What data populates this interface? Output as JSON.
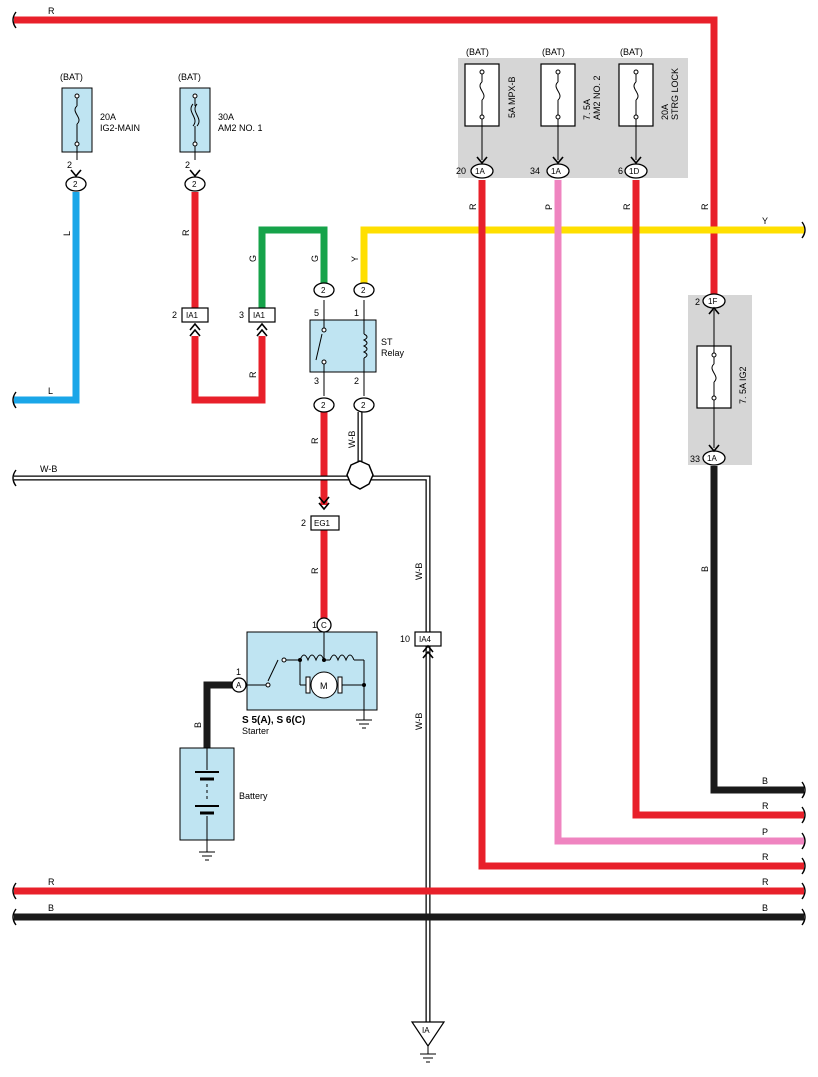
{
  "colors": {
    "R": "#e8202a",
    "L": "#1aa6e8",
    "G": "#16a34a",
    "Y": "#ffdf00",
    "P": "#ef84c0",
    "B": "#1a1a1a",
    "box_fill": "#bfe4f2",
    "shade": "#d6d6d6"
  },
  "top_left_wire": "R",
  "fuses": {
    "ig2_main": {
      "source": "(BAT)",
      "amp": "20A",
      "name": "IG2-MAIN",
      "pin": "2",
      "conn": "2",
      "wire": "L"
    },
    "am2_no1": {
      "source": "(BAT)",
      "amp": "30A",
      "name": "AM2 NO. 1",
      "pin": "2",
      "conn": "2",
      "wire": "R"
    },
    "mpx_b": {
      "source": "(BAT)",
      "label": "5A MPX-B",
      "pin": "20",
      "conn": "1A",
      "wire": "R"
    },
    "am2_no2": {
      "source": "(BAT)",
      "label_line1": "7. 5A",
      "label_line2": "AM2 NO. 2",
      "pin": "34",
      "conn": "1A",
      "wire": "P"
    },
    "strg_lock": {
      "source": "(BAT)",
      "label_line1": "20A",
      "label_line2": "STRG LOCK",
      "pin": "6",
      "conn": "1D",
      "wire": "R"
    },
    "ig2": {
      "label": "7. 5A IG2",
      "pin_top": "2",
      "conn_top": "1F",
      "pin_bottom": "33",
      "conn_bottom": "1A",
      "wire_top": "R",
      "wire_bottom": "B"
    }
  },
  "ig2_main_bottom_wire": "L",
  "ia1_left": {
    "pin": "2",
    "conn": "IA1",
    "wire_bottom": "R"
  },
  "ia1_right": {
    "pin": "3",
    "conn": "IA1",
    "wire_top": "G"
  },
  "st_relay": {
    "name_line1": "ST",
    "name_line2": "Relay",
    "pin5": "5",
    "pin1": "1",
    "pin3": "3",
    "pin2": "2",
    "conn_5": "2",
    "conn_1": "2",
    "conn_3": "2",
    "conn_2": "2",
    "wire_5": "G",
    "wire_1": "Y",
    "wire_3": "R",
    "wire_2": "W-B"
  },
  "y_wire_label": "Y",
  "wb_horizontal_label": "W-B",
  "eg1": {
    "pin": "2",
    "conn": "EG1",
    "wire": "R"
  },
  "starter": {
    "name_line1": "S 5(A), S 6(C)",
    "name_line2": "Starter",
    "pin_c": "1",
    "conn_c": "C",
    "pin_a": "1",
    "conn_a": "A",
    "motor": "M"
  },
  "battery": {
    "name": "Battery",
    "wire": "B"
  },
  "ia4": {
    "pin": "10",
    "conn": "IA4",
    "wire_top": "W-B",
    "wire_bottom": "W-B"
  },
  "ground_ia": "IA",
  "right_wires": [
    "B",
    "R",
    "P",
    "R"
  ],
  "bottom_wires": {
    "r": "R",
    "b": "B"
  }
}
